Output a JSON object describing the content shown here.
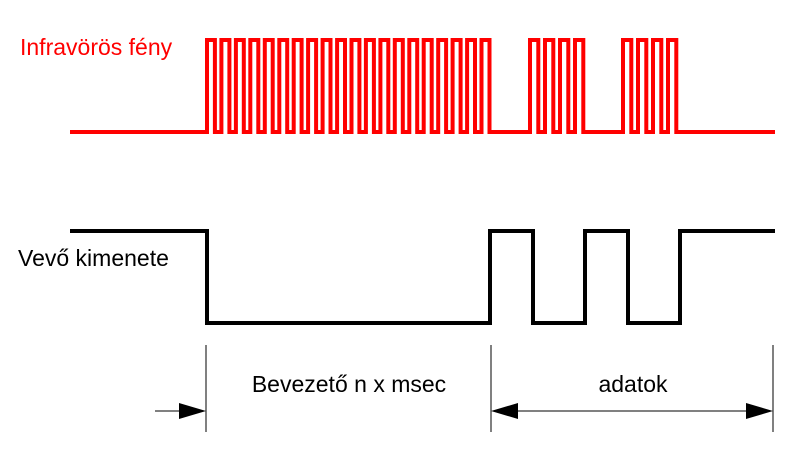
{
  "signals": {
    "ir_light": {
      "label": "Infravörös fény",
      "color": "#ff0000"
    },
    "receiver_output": {
      "label": "Vevő kimenete",
      "color": "#000000"
    }
  },
  "timeline": {
    "preamble_label": "Bevezető n x msec",
    "data_label": "adatok"
  }
}
